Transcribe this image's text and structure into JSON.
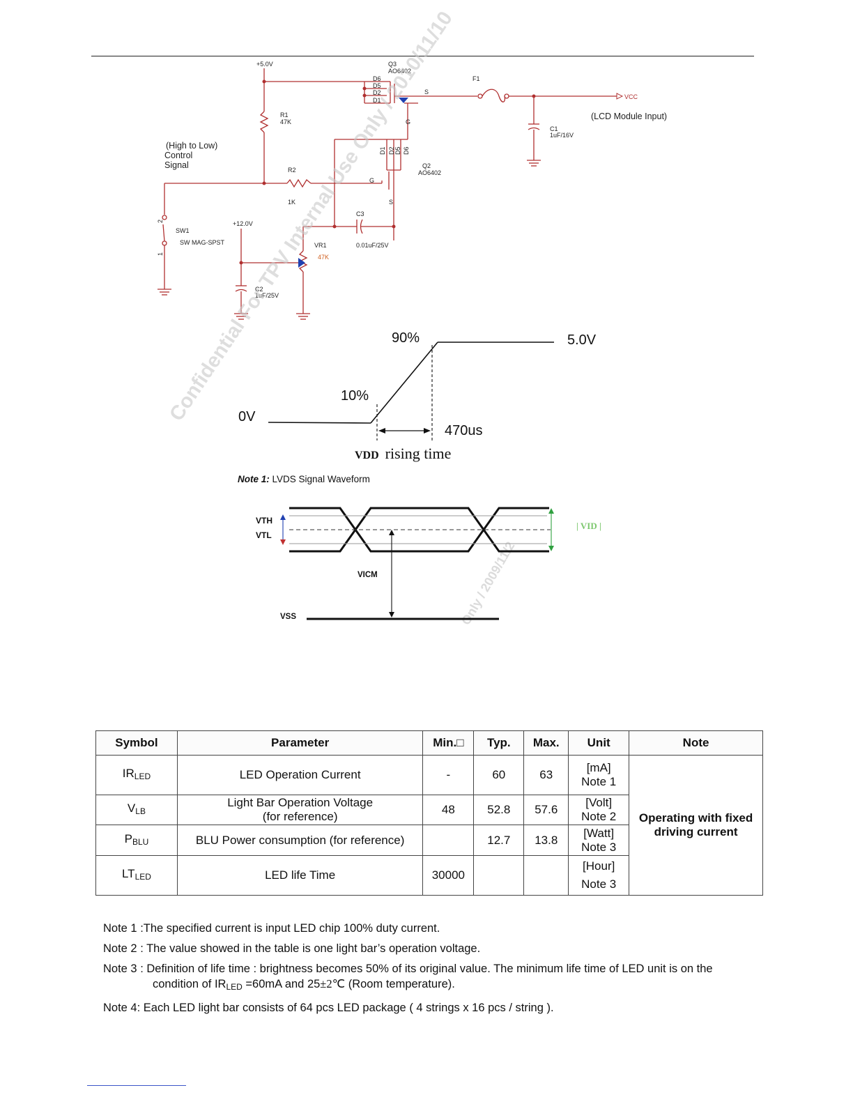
{
  "circuit": {
    "v5": "+5.0V",
    "v12": "+12.0V",
    "q3_name": "Q3",
    "q3_part": "AO6402",
    "q2_name": "Q2",
    "q2_part": "AO6402",
    "pins_q3": [
      "D6",
      "D5",
      "D2",
      "D1"
    ],
    "pins_q2": [
      "D1",
      "D2",
      "D5",
      "D6"
    ],
    "pin_s": "S",
    "pin_g": "G",
    "f1": "F1",
    "vcc": "VCC",
    "lcd_input": "(LCD Module Input)",
    "c1_name": "C1",
    "c1_val": "1uF/16V",
    "r1_name": "R1",
    "r1_val": "47K",
    "control_line1": "(High to Low)",
    "control_line2": "Control",
    "control_line3": "Signal",
    "r2_name": "R2",
    "r2_val": "1K",
    "c3_name": "C3",
    "c3_val": "0.01uF/25V",
    "sw1_name": "SW1",
    "sw1_type": "SW MAG-SPST",
    "sw_pin2": "2",
    "sw_pin1": "1",
    "vr1_name": "VR1",
    "vr1_val": "47K",
    "c2_name": "C2",
    "c2_val": "1uF/25V"
  },
  "watermarks": {
    "main": "Confidential For TPV Internal Use Only / 2010/11/10",
    "secondary": "Only / 2009/11/2"
  },
  "rising": {
    "p90": "90%",
    "v5": "5.0V",
    "p10": "10%",
    "v0": "0V",
    "time": "470us",
    "caption_vdd": "VDD",
    "caption_rest": "rising time"
  },
  "note1": {
    "prefix": "Note 1:",
    "text": "LVDS Signal Waveform"
  },
  "lvds": {
    "vth": "VTH",
    "vtl": "VTL",
    "vid": "| VID |",
    "vicm": "VICM",
    "vss": "VSS"
  },
  "table": {
    "headers": [
      "Symbol",
      "Parameter",
      "Min.□",
      "Typ.",
      "Max.",
      "Unit",
      "Note"
    ],
    "rows": [
      {
        "sym": "IR",
        "sub": "LED",
        "param": "LED Operation Current",
        "param2": "",
        "min": "-",
        "typ": "60",
        "max": "63",
        "unit1": "[mA]",
        "unit2": "Note 1"
      },
      {
        "sym": "V",
        "sub": "LB",
        "param": "Light Bar Operation Voltage",
        "param2": "(for reference)",
        "min": "48",
        "typ": "52.8",
        "max": "57.6",
        "unit1": "[Volt]",
        "unit2": "Note 2"
      },
      {
        "sym": "P",
        "sub": "BLU",
        "param": "BLU Power consumption (for reference)",
        "param2": "",
        "min": "",
        "typ": "12.7",
        "max": "13.8",
        "unit1": "[Watt]",
        "unit2": "Note 3"
      },
      {
        "sym": "LT",
        "sub": "LED",
        "param": "LED life Time",
        "param2": "",
        "min": "30000",
        "typ": "",
        "max": "",
        "unit1": "[Hour]",
        "unit2": "Note 3"
      }
    ],
    "note_line1": "Operating with fixed",
    "note_line2": "driving current"
  },
  "notes": {
    "n1": "Note 1 :The specified current is input LED chip 100% duty current.",
    "n2": "Note 2 : The value showed in the table is one light bar’s operation voltage.",
    "n3a": "Note 3 : Definition of life time : brightness becomes 50% of its original value. The minimum life time of LED unit is on the",
    "n3b_pre": "condition of IR",
    "n3b_sub": "LED",
    "n3b_mid": " =60mA and 25",
    "n3b_pm": "±2℃",
    "n3b_post": "  (Room temperature).",
    "n4": "Note 4: Each LED light bar consists of 64 pcs LED package ( 4 strings x 16 pcs / string )."
  }
}
